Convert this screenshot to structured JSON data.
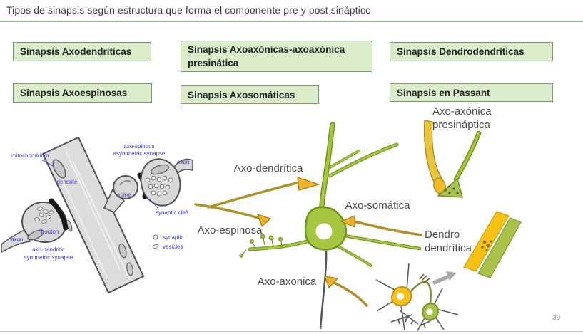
{
  "slide": {
    "title": "Tipos de sinapsis según estructura que forma el componente pre y post sináptico",
    "page_number": "30"
  },
  "type_boxes": [
    {
      "label": "Sinapsis Axodendríticas"
    },
    {
      "label": "Sinapsis Axoaxónicas-axoaxónica presinática"
    },
    {
      "label": "Sinapsis Dendrodendríticas"
    },
    {
      "label": "Sinapsis Axoespinosas"
    },
    {
      "label": "Sinapsis Axosomáticas"
    },
    {
      "label": "Sinapsis en Passant"
    }
  ],
  "em_diagram": {
    "mitochondrium": "mitochondrium",
    "axo_spinous_1": "axo-spinous",
    "axo_spinous_2": "asymmetric synapse",
    "axon_upper": "axon",
    "dendrite": "dendrite",
    "spine": "spine",
    "synaptic_cleft": "synaptic cleft",
    "bouton": "bouton",
    "axon_lower": "axon",
    "axo_dendritic_1": "axo-dendritic",
    "axo_dendritic_2": "symmetric synapse",
    "legend_1": "synaptic",
    "legend_2": "vesicles"
  },
  "neuron_labels": {
    "axo_dendritica": "Axo-dendrítica",
    "axo_somatica": "Axo-somática",
    "axo_espinosa": "Axo-espinosa",
    "axo_axonica": "Axo-axonica",
    "axo_axonica_presinaptica_1": "Axo-axónica",
    "axo_axonica_presinaptica_2": "presináptica",
    "dendro_1": "Dendro",
    "dendro_2": "dendrítica"
  },
  "colors": {
    "box_fill": "#daecca",
    "box_border": "#80947a",
    "accent_line": "#9fb59b",
    "em_label_blue": "#3a3ac6",
    "neuron_green": "#a5c63e",
    "axon_yellow": "#b29128",
    "terminal_orange": "#f2b32a",
    "band_yellow": "#f6c113",
    "band_green": "#a9c24a"
  }
}
